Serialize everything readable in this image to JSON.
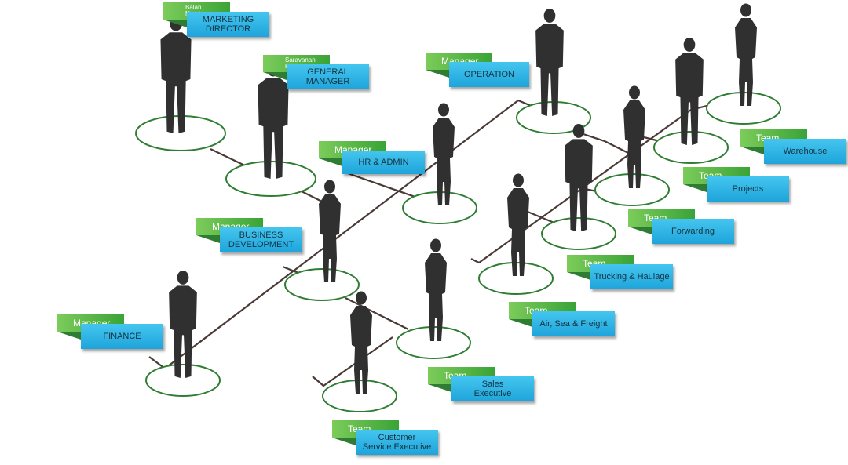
{
  "colors": {
    "tag_green": "#3aa337",
    "box_blue": "#1ea4db",
    "ring": "#2e7d32",
    "line": "#4a3a36",
    "silhouette": "#303030"
  },
  "nodes": [
    {
      "tag": "Balan\nNambiar",
      "title": "MARKETING\nDIRECTOR"
    },
    {
      "tag": "Saravanan\nRamaya",
      "title": "GENERAL\nMANAGER"
    },
    {
      "tag": "Manager",
      "title": "OPERATION"
    },
    {
      "tag": "Manager",
      "title": "HR & ADMIN"
    },
    {
      "tag": "Manager",
      "title": "BUSINESS\nDEVELOPMENT"
    },
    {
      "tag": "Manager",
      "title": "FINANCE"
    },
    {
      "tag": "Team",
      "title": "Warehouse"
    },
    {
      "tag": "Team",
      "title": "Projects"
    },
    {
      "tag": "Team",
      "title": "Forwarding"
    },
    {
      "tag": "Team",
      "title": "Trucking & Haulage"
    },
    {
      "tag": "Team",
      "title": "Air, Sea & Freight"
    },
    {
      "tag": "Team",
      "title": "Sales\nExecutive"
    },
    {
      "tag": "Team",
      "title": "Customer\nService Executive"
    }
  ]
}
